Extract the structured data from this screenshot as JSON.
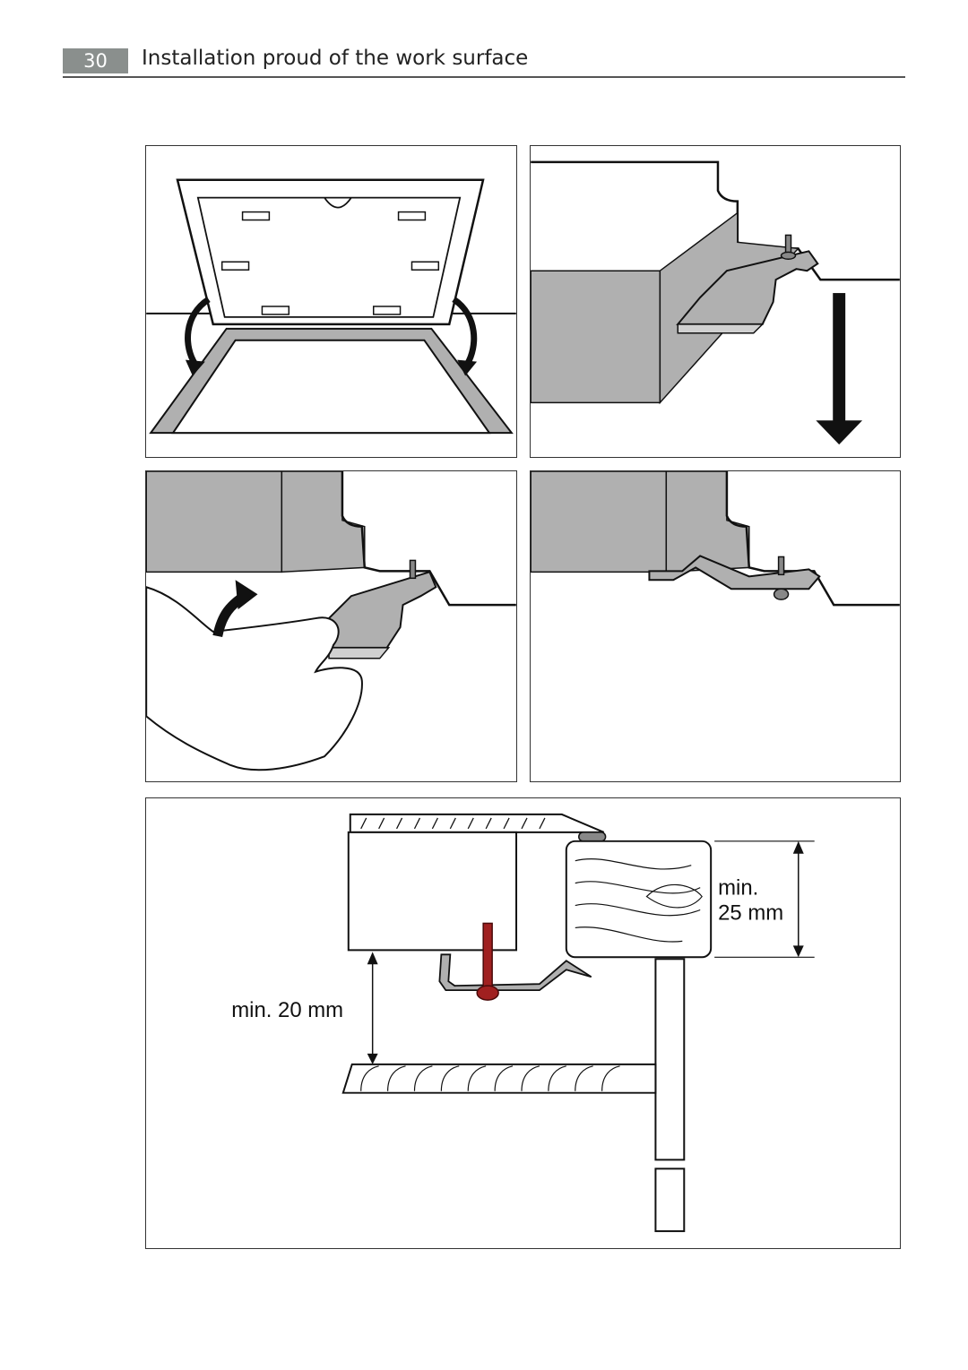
{
  "header": {
    "page_number": "30",
    "title": "Installation proud of the work surface"
  },
  "figures": {
    "detail": {
      "label_min_20": "min. 20 mm",
      "label_min": "min.",
      "label_25": "25 mm"
    }
  },
  "colors": {
    "gray_fill": "#b0b0b0",
    "outline": "#111111",
    "screw": "#8b1a1a"
  }
}
